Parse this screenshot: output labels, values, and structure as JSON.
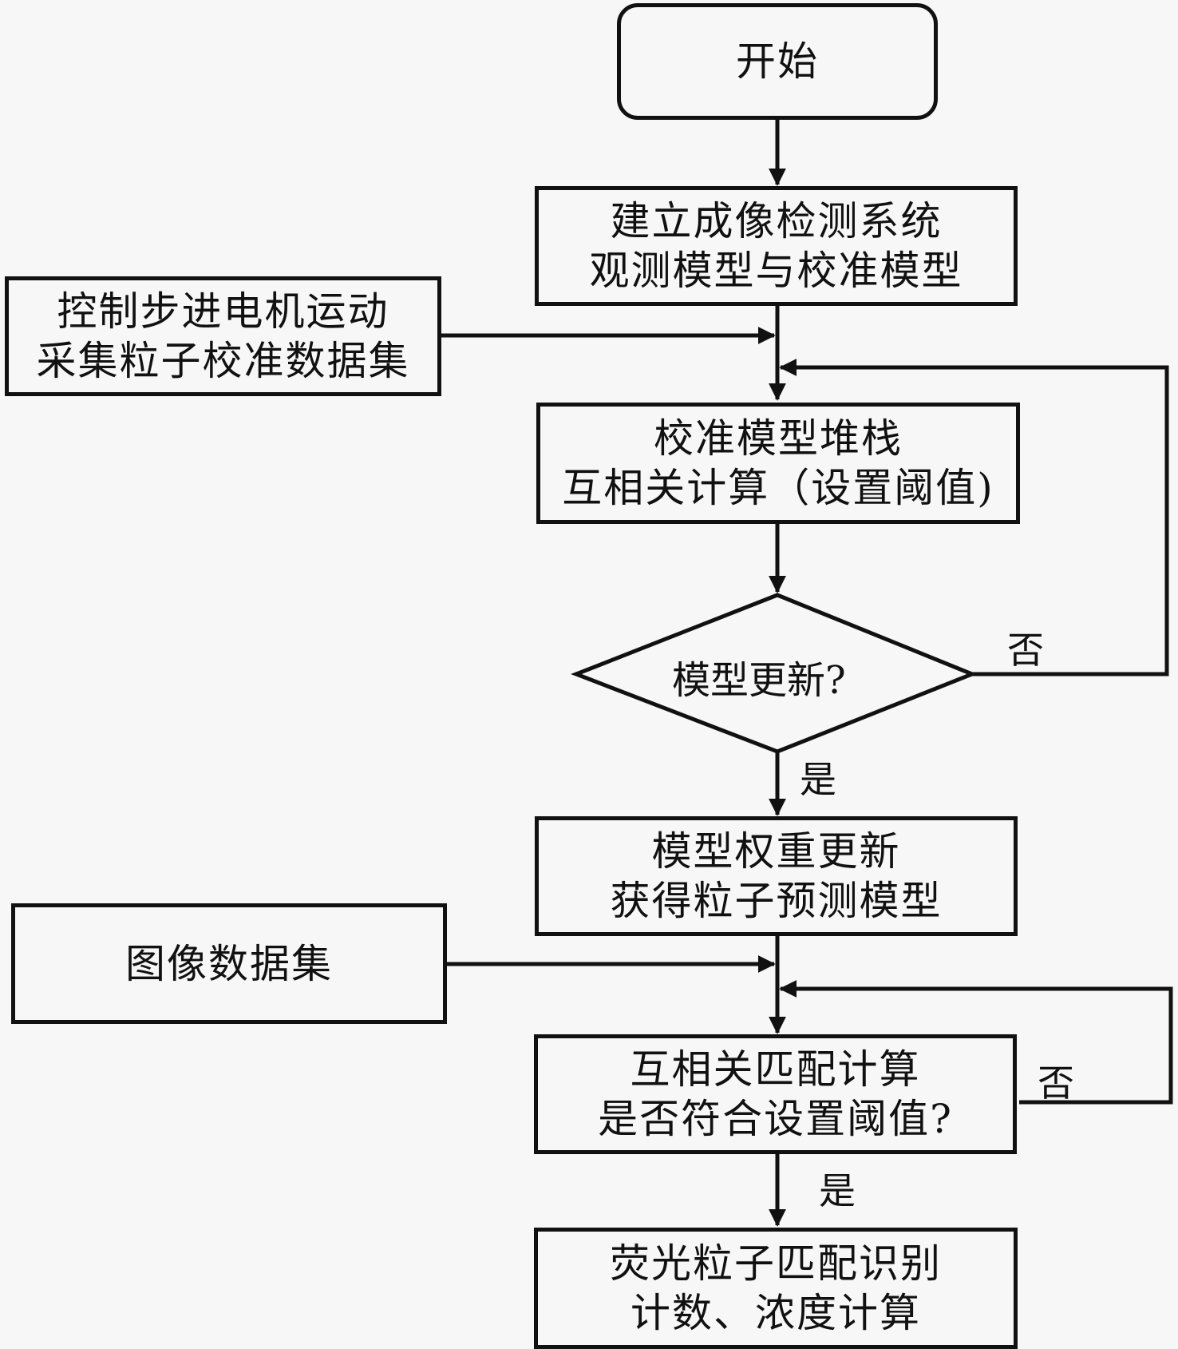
{
  "flowchart": {
    "nodes": {
      "start": {
        "lines": [
          "开始"
        ]
      },
      "build_model": {
        "lines": [
          "建立成像检测系统",
          "观测模型与校准模型"
        ]
      },
      "motor_control": {
        "lines": [
          "控制步进电机运动",
          "采集粒子校准数据集"
        ]
      },
      "stack_correlate": {
        "lines": [
          "校准模型堆栈",
          "互相关计算（设置阈值)"
        ]
      },
      "decision_update": {
        "lines": [
          "模型更新?"
        ]
      },
      "weight_update": {
        "lines": [
          "模型权重更新",
          "获得粒子预测模型"
        ]
      },
      "image_dataset": {
        "lines": [
          "图像数据集"
        ]
      },
      "match_threshold": {
        "lines": [
          "互相关匹配计算",
          "是否符合设置阈值?"
        ]
      },
      "result": {
        "lines": [
          "荧光粒子匹配识别",
          "计数、浓度计算"
        ]
      }
    },
    "labels": {
      "no_1": "否",
      "yes_1": "是",
      "no_2": "否",
      "yes_2": "是"
    },
    "colors": {
      "line": "#111111",
      "background": "#f7f7f7"
    }
  }
}
